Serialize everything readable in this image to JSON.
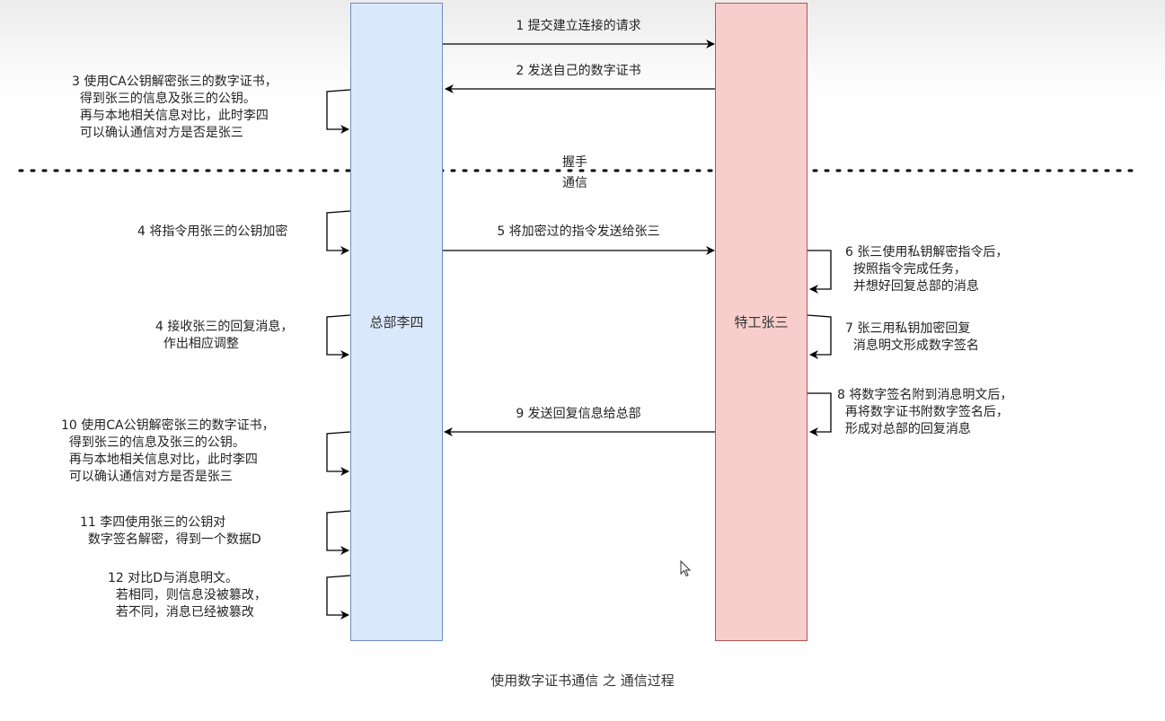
{
  "lanes": {
    "left": "总部李四",
    "right": "特工张三"
  },
  "messages": {
    "m1": "1 提交建立连接的请求",
    "m2": "2 发送自己的数字证书",
    "m5": "5 将加密过的指令发送给张三",
    "m9": "9 发送回复信息给总部"
  },
  "divider": {
    "line1": "握手",
    "line2": "通信"
  },
  "left_notes": {
    "n3": "3 使用CA公钥解密张三的数字证书，\n  得到张三的信息及张三的公钥。\n  再与本地相关信息对比，此时李四\n  可以确认通信对方是否是张三",
    "n4a": "4 将指令用张三的公钥加密",
    "n4b": "4 接收张三的回复消息，\n  作出相应调整",
    "n10": "10 使用CA公钥解密张三的数字证书，\n  得到张三的信息及张三的公钥。\n  再与本地相关信息对比，此时李四\n  可以确认通信对方是否是张三",
    "n11": "11 李四使用张三的公钥对\n  数字签名解密，得到一个数据D",
    "n12": "12 对比D与消息明文。\n  若相同，则信息没被篡改，\n  若不同，消息已经被篡改"
  },
  "right_notes": {
    "n6": "6 张三使用私钥解密指令后，\n  按照指令完成任务，\n  并想好回复总部的消息",
    "n7": "7 张三用私钥加密回复\n  消息明文形成数字签名",
    "n8": "8 将数字签名附到消息明文后，\n  再将数字证书附数字签名后，\n  形成对总部的回复消息"
  },
  "caption": "使用数字证书通信  之  通信过程",
  "colors": {
    "left_fill": "#dae8fc",
    "left_stroke": "#6c8ebf",
    "right_fill": "#f8cecc",
    "right_stroke": "#b85450"
  }
}
